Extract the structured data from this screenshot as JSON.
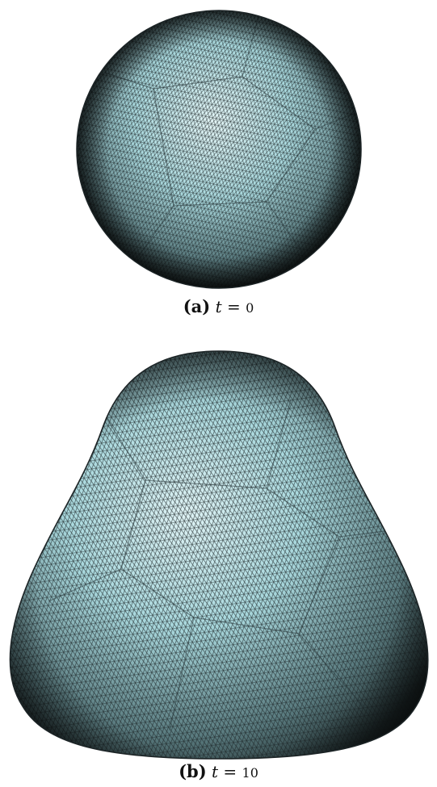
{
  "figure": {
    "panels": [
      {
        "id": "a",
        "tag": "(a)",
        "variable": "t",
        "equals": "=",
        "value": "0",
        "description": "sphere-mesh"
      },
      {
        "id": "b",
        "tag": "(b)",
        "variable": "t",
        "equals": "=",
        "value": "10",
        "description": "deformed-mesh"
      }
    ],
    "colors": {
      "mesh_fill": "#a9d8dd",
      "mesh_highlight": "#e4f6f7",
      "mesh_shadow": "#2b3b3e",
      "wire": "#1c2426",
      "background": "#ffffff"
    }
  }
}
